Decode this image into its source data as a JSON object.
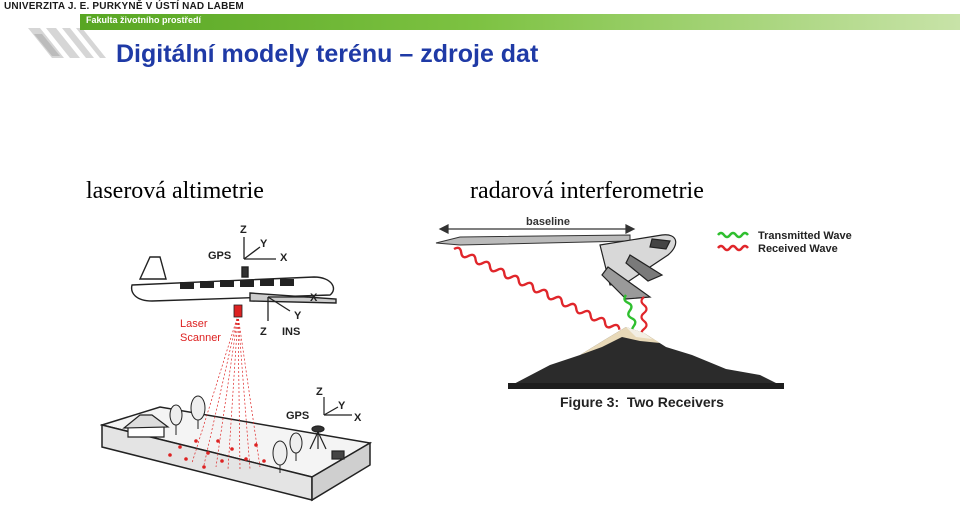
{
  "header": {
    "university": "UNIVERZITA J. E. PURKYNĚ V ÚSTÍ NAD LABEM",
    "faculty": "Fakulta životního prostředí",
    "accent_color": "#5fb12e"
  },
  "slide": {
    "title": "Digitální modely terénu – zdroje dat",
    "title_color": "#1f3aa6"
  },
  "left": {
    "label": "laserová altimetrie",
    "figure": {
      "axis_z_top": "Z",
      "axis_y_top": "Y",
      "axis_x_top": "X",
      "gps_top": "GPS",
      "axis_x_plane": "X",
      "axis_y_ins": "Y",
      "axis_z_ins": "Z",
      "ins": "INS",
      "laser_scanner_line1": "Laser",
      "laser_scanner_line2": "Scanner",
      "gps_ground": "GPS",
      "axis_z_ground": "Z",
      "axis_y_ground": "Y",
      "axis_x_ground": "X"
    }
  },
  "right": {
    "label": "radarová interferometrie",
    "figure": {
      "baseline": "baseline",
      "legend_transmitted": "Transmitted Wave",
      "legend_received": "Received Wave",
      "caption": "Figure 3:  Two Receivers",
      "transmitted_color": "#2fbf2f",
      "received_color": "#e0262b"
    }
  }
}
